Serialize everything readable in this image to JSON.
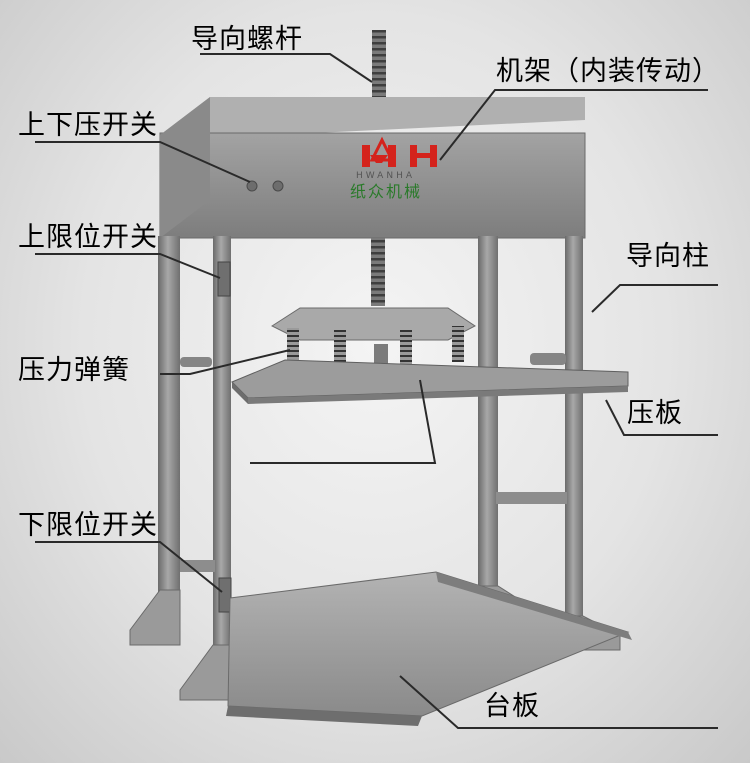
{
  "labels": {
    "guide_screw": "导向螺杆",
    "frame": "机架（内装传动）",
    "updown_switch": "上下压开关",
    "upper_limit_switch": "上限位开关",
    "guide_column": "导向柱",
    "pressure_spring": "压力弹簧",
    "press_plate": "压板",
    "lower_limit_switch": "下限位开关",
    "table_plate": "台板"
  },
  "logo": {
    "letters": "HWANHA",
    "brand_cn": "纸众机械",
    "accent_color": "#d4231c",
    "brand_color": "#2a7a2a"
  },
  "colors": {
    "steel": "#8e8e8e",
    "steel_dark": "#5c5c5c",
    "leader_line": "#2a2a2a"
  }
}
